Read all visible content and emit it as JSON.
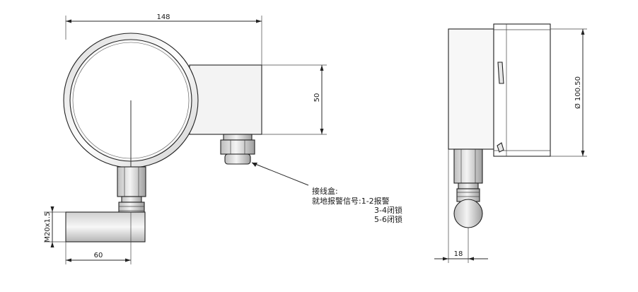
{
  "dimensions": {
    "total_width": "148",
    "box_height": "50",
    "thread": "M20x1.5",
    "pipe_length": "60",
    "diameter": "Ø 100.50",
    "stem_offset": "18"
  },
  "callout": {
    "line1": "接线盒:",
    "line2": "就地报警信号:1-2报警",
    "line3": "3-4闭锁",
    "line4": "5-6闭锁"
  }
}
